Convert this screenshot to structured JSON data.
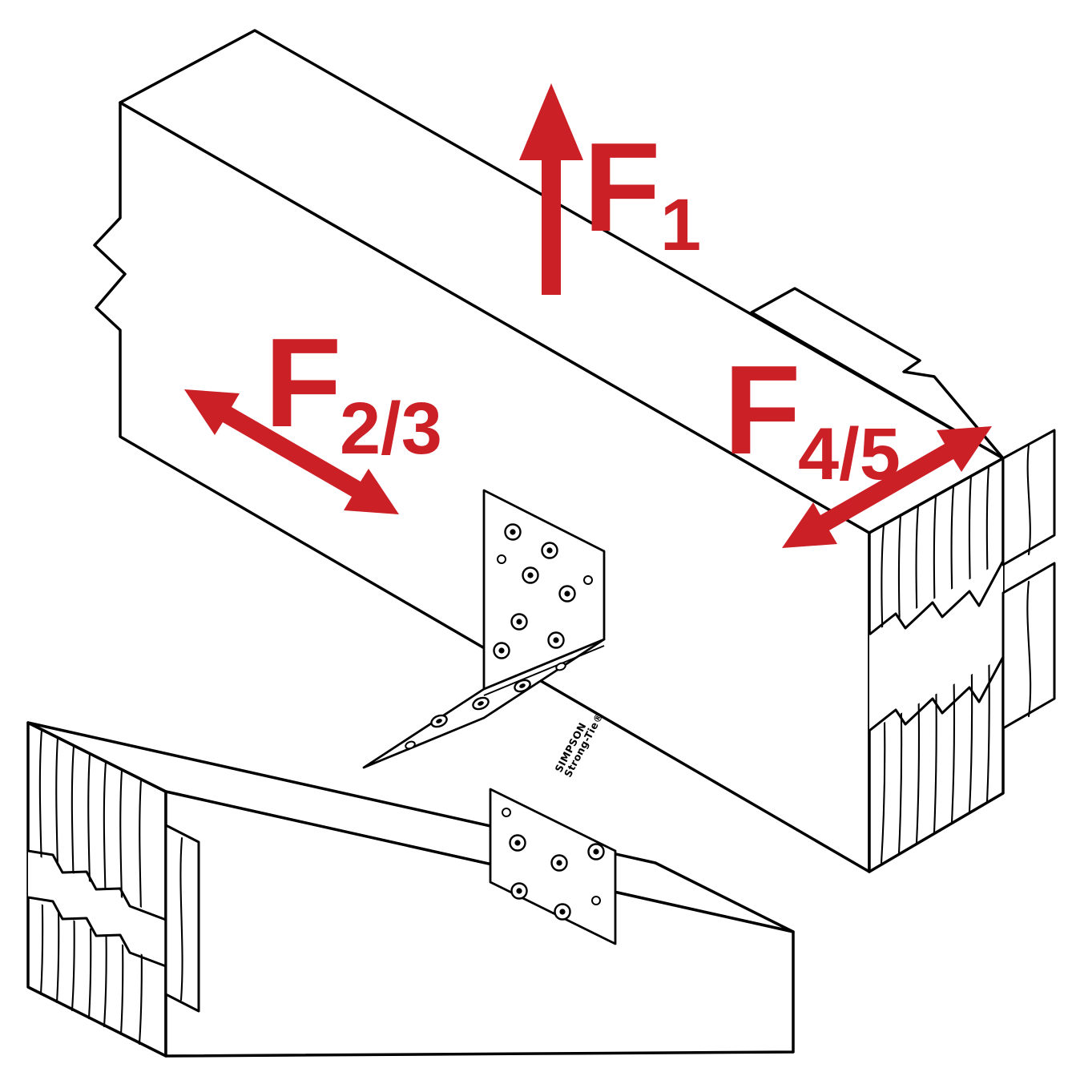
{
  "colors": {
    "accent_red": "#cc2027",
    "ink": "#000000",
    "paper": "#ffffff"
  },
  "force_labels": {
    "f1": {
      "main": "F",
      "sub": "1"
    },
    "f2_3": {
      "main": "F",
      "sub": "2/3"
    },
    "f4_5": {
      "main": "F",
      "sub": "4/5"
    }
  },
  "bracket": {
    "brand_line1": "SIMPSON",
    "brand_line2": "Strong-Tie®"
  }
}
